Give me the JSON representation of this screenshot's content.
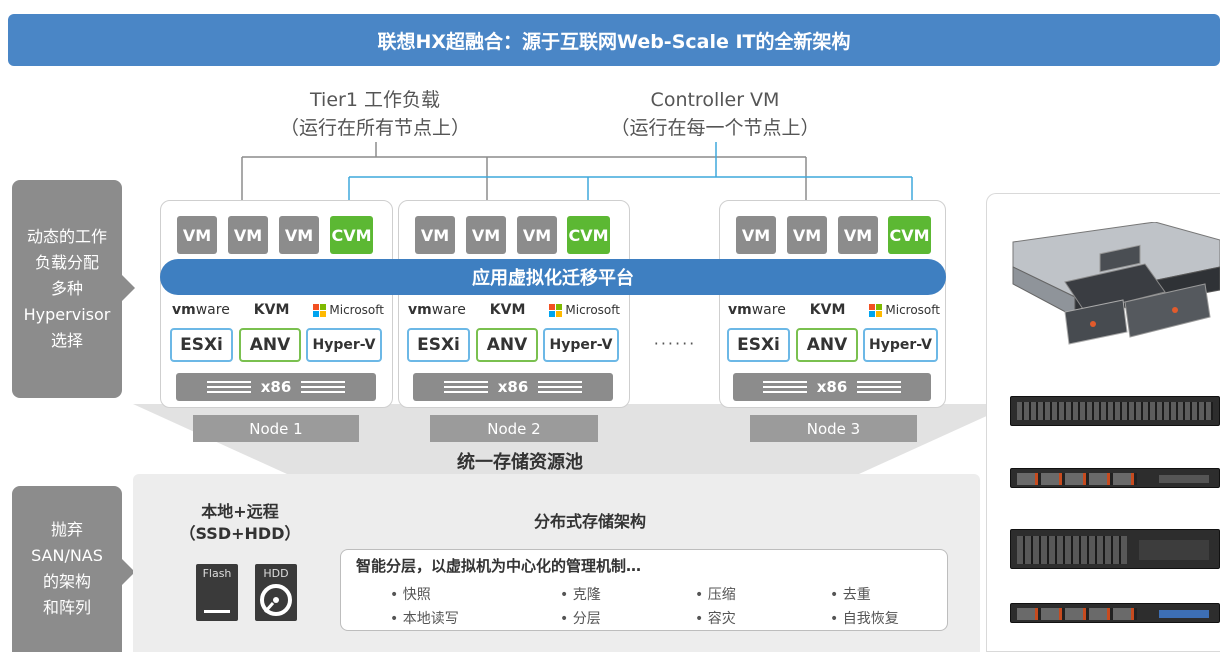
{
  "banner": {
    "title": "联想HX超融合：源于互联网Web-Scale IT的全新架构"
  },
  "top_labels": {
    "tier1_line1": "Tier1 工作负载",
    "tier1_line2": "（运行在所有节点上）",
    "controller_line1": "Controller VM",
    "controller_line2": "（运行在每一个节点上）"
  },
  "left_panels": {
    "dynamic": [
      "动态的工作",
      "负载分配",
      "多种",
      "Hypervisor",
      "选择"
    ],
    "abandon": [
      "抛弃",
      "SAN/NAS",
      "的架构",
      "和阵列"
    ]
  },
  "platform_label": "应用虚拟化迁移平台",
  "vm_labels": [
    "VM",
    "VM",
    "VM"
  ],
  "cvm_label": "CVM",
  "vendors": {
    "vmware_vm": "vm",
    "vmware_ware": "ware",
    "kvm": "KVM",
    "microsoft": "Microsoft"
  },
  "hypervisors": {
    "esxi": "ESXi",
    "anv": "ANV",
    "hyperv": "Hyper-V"
  },
  "x86_label": "x86",
  "nodes": [
    "Node 1",
    "Node 2",
    "Node 3"
  ],
  "ellipsis": "······",
  "pool_label": "统一存储资源池",
  "storage": {
    "local_line1": "本地+远程",
    "local_line2": "（SSD+HDD）",
    "flash_label": "Flash",
    "hdd_label": "HDD",
    "distributed_title": "分布式存储架构",
    "feature_title": "智能分层，以虚拟机为中心化的管理机制…",
    "features": [
      "快照",
      "克隆",
      "压缩",
      "去重",
      "本地读写",
      "分层",
      "容灾",
      "自我恢复"
    ]
  },
  "colors": {
    "banner": "#4a86c6",
    "cvm": "#5cb833",
    "vm": "#8c8c8c",
    "blue_line": "#3fa9dc",
    "gray_line": "#8c8c8c"
  }
}
